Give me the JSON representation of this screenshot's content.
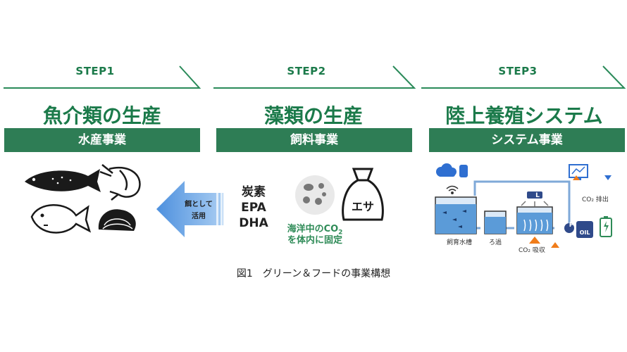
{
  "steps": [
    {
      "step": "STEP1",
      "title": "魚介類の生産",
      "band": "水産事業"
    },
    {
      "step": "STEP2",
      "title": "藻類の生産",
      "band": "飼料事業"
    },
    {
      "step": "STEP3",
      "title": "陸上養殖システム",
      "band": "システム事業"
    }
  ],
  "arrow_label": [
    "餌として",
    "活用"
  ],
  "nutrients": [
    "炭素",
    "EPA",
    "DHA"
  ],
  "feed_bag_label": "エサ",
  "fixation_note": [
    "海洋中のCO",
    "2",
    "を体内に固定"
  ],
  "system": {
    "p_label": "P",
    "l_label": "L",
    "oil_label": "OIL",
    "co2_emission": "CO₂ 排出",
    "co2_absorb": "CO₂ 吸収",
    "tank1": "飼育水槽",
    "tank2": "ろ過"
  },
  "caption": "図1　グリーン＆フードの事業構想",
  "colors": {
    "green": "#2e7d55",
    "accent_blue": "#2f6fd1",
    "accent_orange": "#f07c1a",
    "arrow_blue": "#5aa0e6"
  }
}
